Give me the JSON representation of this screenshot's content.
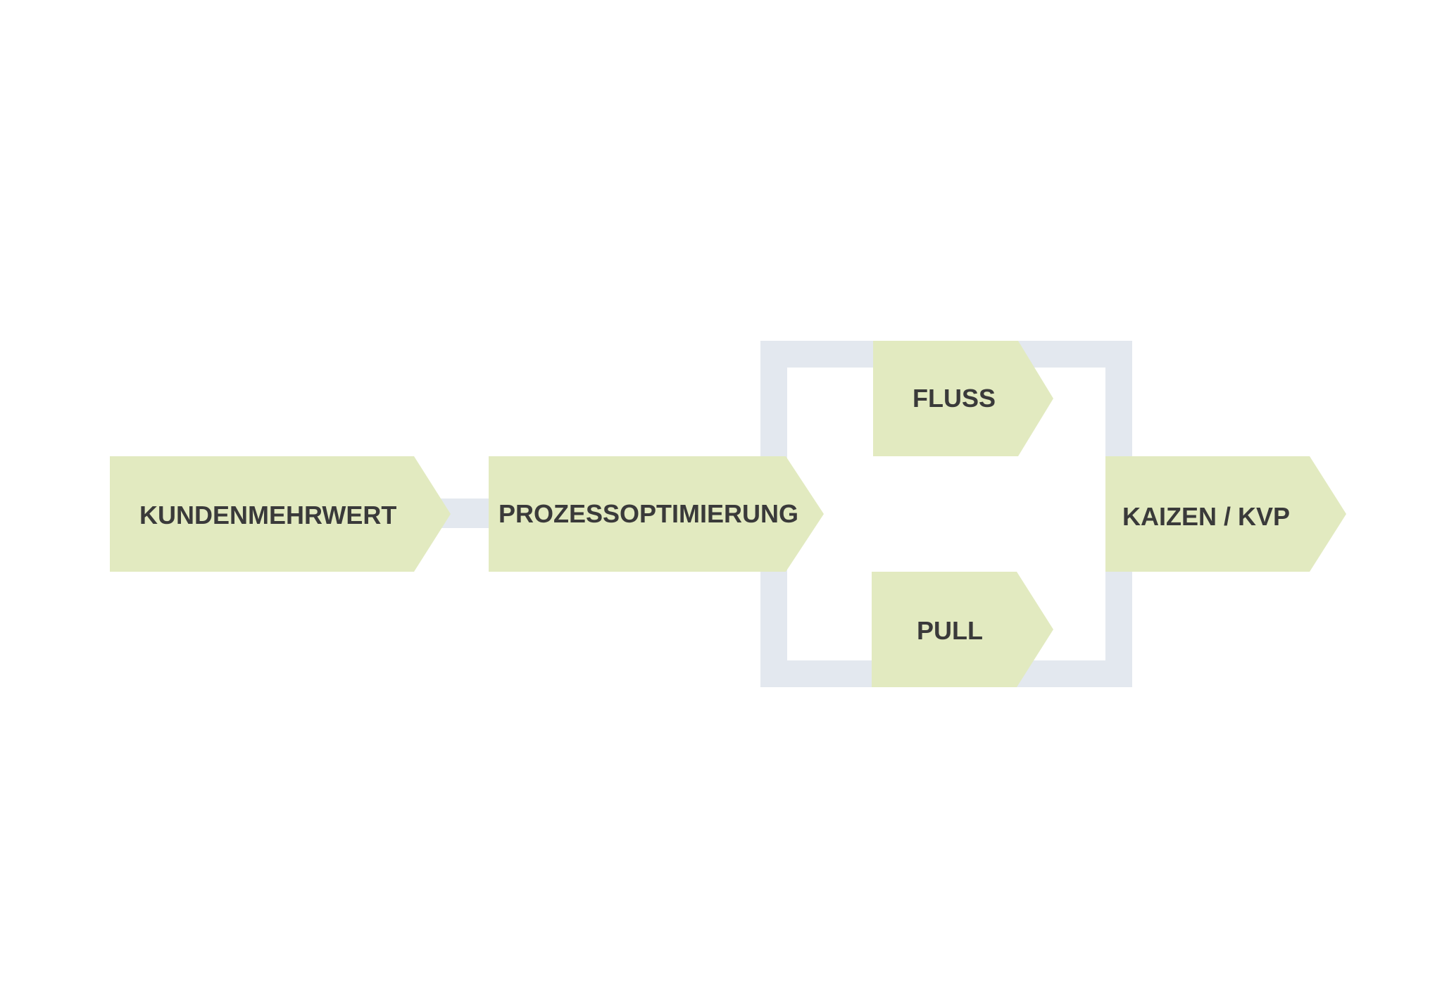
{
  "diagram": {
    "colors": {
      "arrow_fill": "#e2eac0",
      "connector": "#e3e8ef",
      "text": "#3a3a3a",
      "background": "#ffffff"
    },
    "steps": {
      "kundenmehrwert": "KUNDENMEHRWERT",
      "prozessoptimierung": "PROZESSOPTIMIERUNG",
      "fluss": "FLUSS",
      "pull": "PULL",
      "kaizen": "KAIZEN / KVP"
    }
  }
}
